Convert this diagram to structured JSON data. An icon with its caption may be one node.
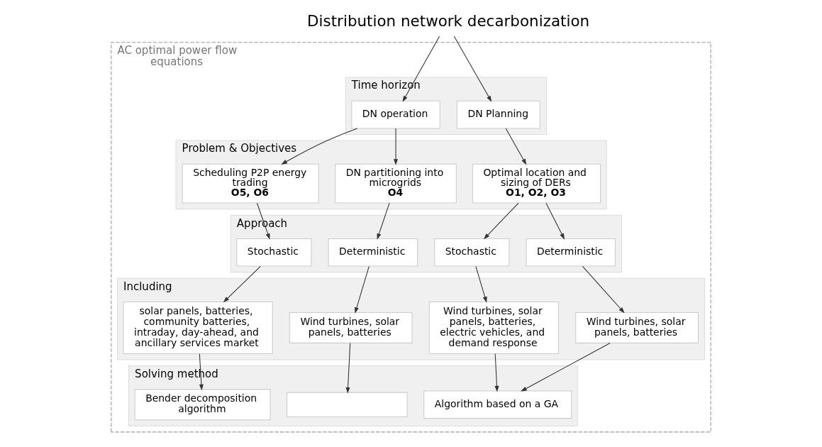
{
  "diagram": {
    "nodes": [
      {
        "text": [
          "AC optimal power flow equations"
        ]
      },
      {
        "text": [
          "Distribution network decarbonization"
        ]
      },
      {
        "text": [
          "Time horizon"
        ],
        "in": 0
      },
      {
        "text": [
          "DN Planning"
        ],
        "in": 2
      },
      {
        "text": [
          "DN operation"
        ],
        "in": 2
      },
      {
        "text": [
          "Problem & Objectives"
        ],
        "in": 0
      },
      {
        "text": [
          "Optimal location and sizing of DERs",
          "O1, O2, O3"
        ],
        "in": 5
      },
      {
        "text": [
          "DN partitioning into microgrids",
          "O4"
        ],
        "in": 5
      },
      {
        "text": [
          "Scheduling P2P energy trading",
          "O5, O6"
        ],
        "in": 5
      },
      {
        "text": [
          "Approach"
        ],
        "in": 0
      },
      {
        "text": [
          "Deterministic"
        ],
        "in": 9
      },
      {
        "text": [
          "Stochastic"
        ],
        "in": 9
      },
      {
        "text": [
          "Deterministic"
        ],
        "in": 9
      },
      {
        "text": [
          "Stochastic"
        ],
        "in": 9
      },
      {
        "text": [
          "Including"
        ],
        "in": 0
      },
      {
        "text": [
          "Wind turbines, solar panels, batteries"
        ],
        "in": 14
      },
      {
        "text": [
          "Wind turbines, solar panels, batteries, electric vehicles, and demand response"
        ],
        "in": 14
      },
      {
        "text": [
          "Wind turbines, solar panels, batteries"
        ],
        "in": 14
      },
      {
        "text": [
          "solar panels, batteries, community batteries, intraday, day-ahead, and ancillary services market"
        ],
        "in": 14
      },
      {
        "text": [
          "Solving method"
        ],
        "in": 0
      },
      {
        "text": [
          "Algorithm based on a GA"
        ],
        "in": 19
      },
      {
        "text": [],
        "shape": "box",
        "in": 19
      },
      {
        "text": [
          "Bender decomposition algorithm"
        ],
        "in": 19
      }
    ],
    "edges": [
      {
        "from": 1,
        "to": 3,
        "arrow": "to"
      },
      {
        "from": 1,
        "to": 4,
        "arrow": "to"
      },
      {
        "from": 3,
        "to": 6,
        "arrow": "to"
      },
      {
        "from": 4,
        "to": 7,
        "arrow": "to"
      },
      {
        "from": 4,
        "to": 8,
        "arrow": "to"
      },
      {
        "from": 6,
        "to": 10,
        "arrow": "to"
      },
      {
        "from": 6,
        "to": 11,
        "arrow": "to"
      },
      {
        "from": 7,
        "to": 12,
        "arrow": "to"
      },
      {
        "from": 8,
        "to": 13,
        "arrow": "to"
      },
      {
        "from": 10,
        "to": 15,
        "arrow": "to"
      },
      {
        "from": 11,
        "to": 16,
        "arrow": "to"
      },
      {
        "from": 12,
        "to": 17,
        "arrow": "to"
      },
      {
        "from": 13,
        "to": 18,
        "arrow": "to"
      },
      {
        "from": 15,
        "to": 20,
        "arrow": "to"
      },
      {
        "from": 16,
        "to": 20,
        "arrow": "to"
      },
      {
        "from": 17,
        "to": 21,
        "arrow": "to"
      },
      {
        "from": 18,
        "to": 22,
        "arrow": "to"
      }
    ]
  }
}
